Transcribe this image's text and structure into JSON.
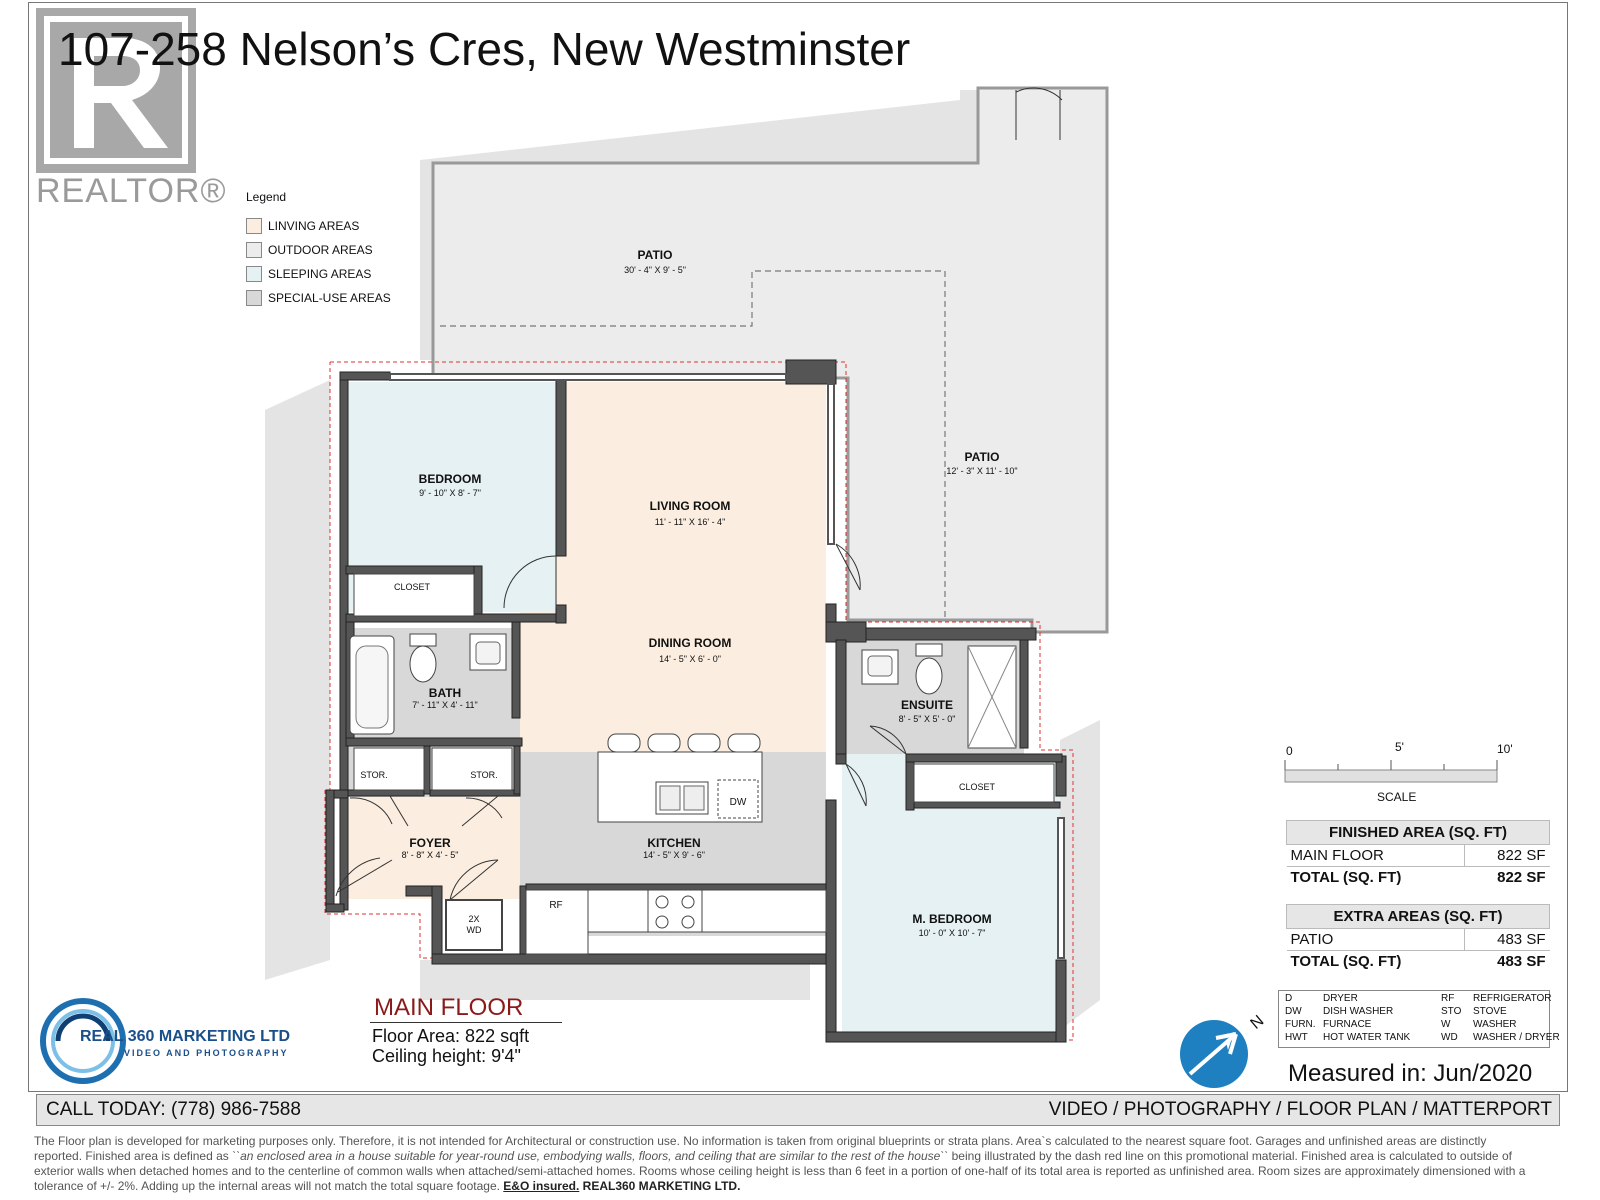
{
  "header": {
    "title": "107-258 Nelson’s Cres, New Westminster",
    "realtor_logo_text": "REALTOR®"
  },
  "legend": {
    "title": "Legend",
    "items": [
      {
        "label": "LINVING AREAS",
        "color": "#fbeee0"
      },
      {
        "label": "OUTDOOR AREAS",
        "color": "#ececec"
      },
      {
        "label": "SLEEPING AREAS",
        "color": "#e6f1f3"
      },
      {
        "label": "SPECIAL-USE AREAS",
        "color": "#d8d8d8"
      }
    ]
  },
  "rooms": {
    "patio_top": {
      "name": "PATIO",
      "dims": "30' - 4\" X 9' - 5\""
    },
    "patio_right": {
      "name": "PATIO",
      "dims": "12' - 3\" X 11' - 10\""
    },
    "bedroom": {
      "name": "BEDROOM",
      "dims": "9' - 10\" X 8' - 7\""
    },
    "living_room": {
      "name": "LIVING ROOM",
      "dims": "11' - 11\" X 16' - 4\""
    },
    "dining_room": {
      "name": "DINING ROOM",
      "dims": "14' - 5\" X 6' - 0\""
    },
    "bath": {
      "name": "BATH",
      "dims": "7' - 11\" X 4' - 11\""
    },
    "ensuite": {
      "name": "ENSUITE",
      "dims": "8' - 5\" X 5' - 0\""
    },
    "foyer": {
      "name": "FOYER",
      "dims": "8' - 8\" X 4' - 5\""
    },
    "kitchen": {
      "name": "KITCHEN",
      "dims": "14' - 5\" X 9' - 6\""
    },
    "m_bedroom": {
      "name": "M. BEDROOM",
      "dims": "10' - 0\" X 10' - 7\""
    }
  },
  "fixtures": {
    "closet_1": "CLOSET",
    "closet_2": "CLOSET",
    "stor_1": "STOR.",
    "stor_2": "STOR.",
    "dw": "DW",
    "rf": "RF",
    "wd": "2X\nWD"
  },
  "scale": {
    "ticks": [
      "0",
      "5'",
      "10'"
    ],
    "label": "SCALE"
  },
  "finished_area": {
    "header": "FINISHED AREA (SQ. FT)",
    "rows": [
      {
        "label": "MAIN FLOOR",
        "value": "822 SF"
      }
    ],
    "total": {
      "label": "TOTAL (SQ. FT)",
      "value": "822 SF"
    }
  },
  "extra_areas": {
    "header": "EXTRA AREAS (SQ. FT)",
    "rows": [
      {
        "label": "PATIO",
        "value": "483 SF"
      }
    ],
    "total": {
      "label": "TOTAL (SQ. FT)",
      "value": "483 SF"
    }
  },
  "abbreviations": [
    {
      "code": "D",
      "meaning": "DRYER"
    },
    {
      "code": "DW",
      "meaning": "DISH WASHER"
    },
    {
      "code": "FURN.",
      "meaning": "FURNACE"
    },
    {
      "code": "HWT",
      "meaning": "HOT WATER TANK"
    },
    {
      "code": "RF",
      "meaning": "REFRIGERATOR"
    },
    {
      "code": "STO",
      "meaning": "STOVE"
    },
    {
      "code": "W",
      "meaning": "WASHER"
    },
    {
      "code": "WD",
      "meaning": "WASHER / DRYER"
    }
  ],
  "measured": "Measured in: Jun/2020",
  "main_floor": {
    "title": "MAIN FLOOR",
    "floor_area": "Floor Area: 822 sqft",
    "ceiling": "Ceiling height: 9'4\""
  },
  "company": {
    "name": "REAL 360 MARKETING LTD",
    "sub": "VIDEO AND PHOTOGRAPHY"
  },
  "north_label": "N",
  "footer": {
    "call": "CALL TODAY: (778) 986-7588",
    "services": "VIDEO / PHOTOGRAPHY / FLOOR PLAN / MATTERPORT",
    "disclaimer_1": "The Floor plan is developed for marketing purposes only. Therefore, it is not intended for Architectural or construction use. No information is taken from original blueprints or strata plans. Area`s calculated to the nearest square foot. Garages and unfinished areas are distinctly reported. Finished area is defined as ",
    "disclaimer_quote": "``an enclosed area in a house suitable for year-round use, embodying walls, floors, and ceiling that are similar to the rest of the house``",
    "disclaimer_2": " being illustrated by the dash red line on this promotional material. Finished area is calculated to outside of exterior walls when detached homes and to the centerline of common walls when attached/semi-attached homes. Rooms whose ceiling height is less than 6 feet in a portion of one-half of its total area is reported as unfinished area. Room sizes are approximately dimensioned  with a  tolerance of +/- 2%. Adding up the internal areas will not match the total square footage. ",
    "disclaimer_eo": "E&O insured.",
    "disclaimer_company": " REAL360 MARKETING LTD."
  }
}
